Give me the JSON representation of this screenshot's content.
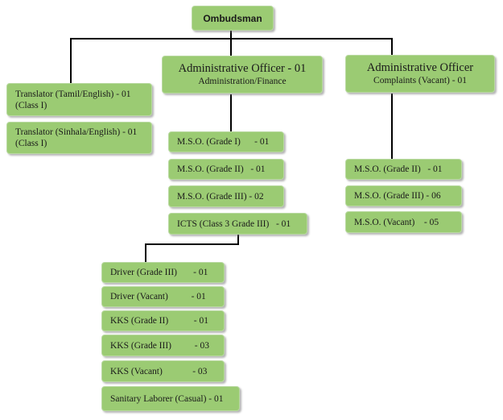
{
  "root": {
    "label": "Ombudsman"
  },
  "admin_finance": {
    "title": "Administrative Officer - 01",
    "subtitle": "Administration/Finance"
  },
  "admin_complaints": {
    "title": "Administrative Officer",
    "subtitle": "Complaints (Vacant) - 01"
  },
  "translators": [
    "Translator (Tamil/English) - 01\n(Class I)",
    "Translator (Sinhala/English) - 01\n(Class I)"
  ],
  "finance_staff": [
    "M.S.O. (Grade I)      - 01",
    "M.S.O. (Grade II)   - 01",
    "M.S.O. (Grade III) - 02",
    "ICTS (Class 3 Grade III)   - 01"
  ],
  "complaints_staff": [
    "M.S.O. (Grade II)   - 01",
    "M.S.O. (Grade III) - 06",
    "M.S.O. (Vacant)    - 05"
  ],
  "support_staff": [
    "Driver (Grade III)       - 01",
    "Driver (Vacant)          - 01",
    "KKS (Grade II)           - 01",
    "KKS (Grade III)          - 03",
    "KKS (Vacant)             - 03",
    "Sanitary Laborer (Casual) - 01"
  ]
}
